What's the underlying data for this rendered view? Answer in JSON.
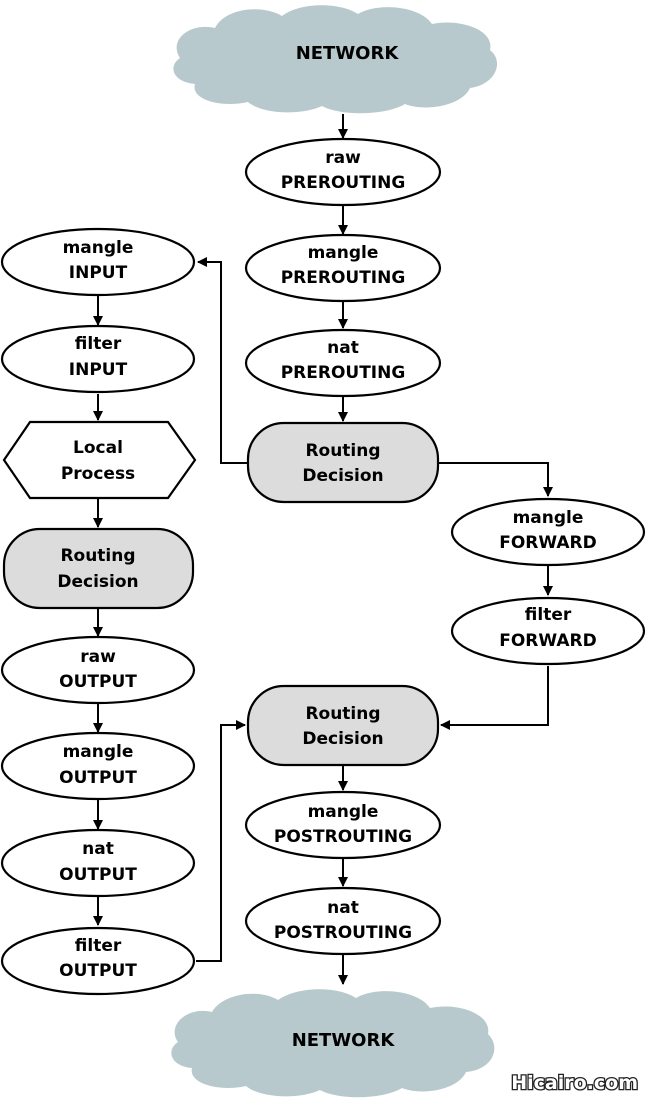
{
  "network_top": "NETWORK",
  "network_bottom": "NETWORK",
  "nodes": {
    "raw_prerouting": [
      "raw",
      "PREROUTING"
    ],
    "mangle_prerouting": [
      "mangle",
      "PREROUTING"
    ],
    "nat_prerouting": [
      "nat",
      "PREROUTING"
    ],
    "routing_decision_1": [
      "Routing",
      "Decision"
    ],
    "mangle_input": [
      "mangle",
      "INPUT"
    ],
    "filter_input": [
      "filter",
      "INPUT"
    ],
    "local_process": [
      "Local",
      "Process"
    ],
    "routing_decision_2": [
      "Routing",
      "Decision"
    ],
    "raw_output": [
      "raw",
      "OUTPUT"
    ],
    "mangle_output": [
      "mangle",
      "OUTPUT"
    ],
    "nat_output": [
      "nat",
      "OUTPUT"
    ],
    "filter_output": [
      "filter",
      "OUTPUT"
    ],
    "mangle_forward": [
      "mangle",
      "FORWARD"
    ],
    "filter_forward": [
      "filter",
      "FORWARD"
    ],
    "routing_decision_3": [
      "Routing",
      "Decision"
    ],
    "mangle_postrouting": [
      "mangle",
      "POSTROUTING"
    ],
    "nat_postrouting": [
      "nat",
      "POSTROUTING"
    ]
  },
  "watermark": "Hicairo.com",
  "colors": {
    "cloud": "#b7c9cd",
    "routing_fill": "#dcdcdc",
    "stroke": "#000000"
  }
}
